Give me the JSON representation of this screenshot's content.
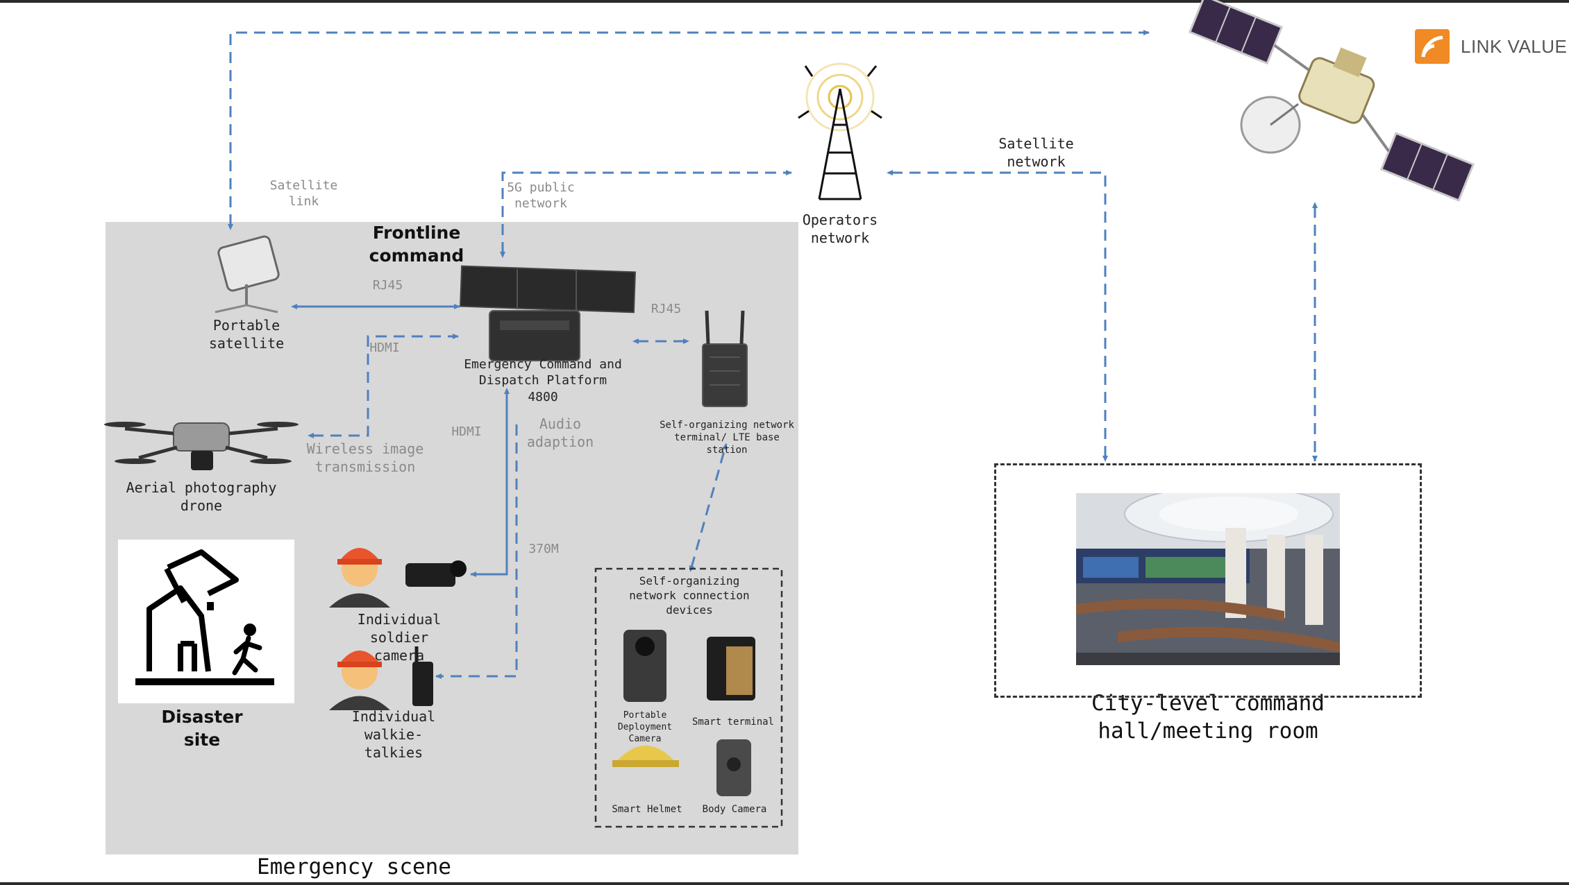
{
  "brand": {
    "name": "LINK VALUE",
    "color": "#f08a24"
  },
  "colors": {
    "arrow": "#4f81bd",
    "scene_bg": "#d8d8d8"
  },
  "labels": {
    "satellite_link": "Satellite\nlink",
    "fiveg": "5G public\nnetwork",
    "operators": "Operators\nnetwork",
    "satellite_network": "Satellite\nnetwork",
    "frontline": "Frontline\ncommand",
    "rj45_left": "RJ45",
    "rj45_right": "RJ45",
    "hdmi_top": "HDMI",
    "hdmi_mid": "HDMI",
    "portable_satellite": "Portable\nsatellite",
    "ecdp": "Emergency Command and\nDispatch Platform\n4800",
    "audio": "Audio\nadaption",
    "wireless": "Wireless image\ntransmission",
    "drone": "Aerial photography\ndrone",
    "m370": "370M",
    "self_org_terminal": "Self-organizing network\nterminal/ LTE base station",
    "soldier_camera": "Individual soldier\ncamera",
    "walkie": "Individual walkie-\ntalkies",
    "disaster": "Disaster\nsite",
    "devices_title": "Self-organizing\nnetwork connection\ndevices",
    "portable_camera": "Portable\nDeployment\nCamera",
    "smart_terminal": "Smart terminal",
    "smart_helmet": "Smart Helmet",
    "body_camera": "Body Camera",
    "city_hall": "City-level command\nhall/meeting room",
    "emergency_scene": "Emergency scene"
  }
}
